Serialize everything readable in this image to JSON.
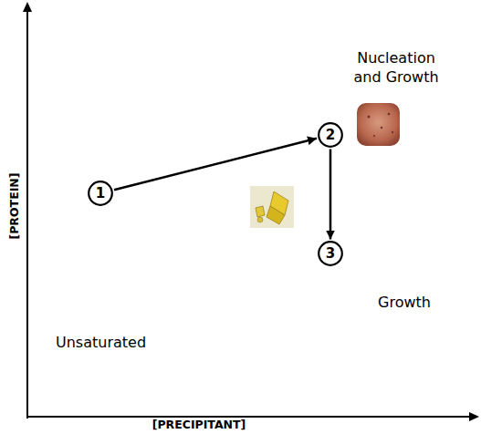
{
  "diagram": {
    "nodes": [
      {
        "text": [
          "Unsaturated"
        ]
      },
      {
        "text": [
          "Growth"
        ],
        "in": 0
      },
      {
        "text": [
          "Nucleation and Growth"
        ],
        "in": 1
      },
      {
        "text": [
          "1"
        ],
        "in": 0
      },
      {
        "text": [
          "2"
        ],
        "in": 2
      },
      {
        "text": [
          "3"
        ],
        "in": 1
      }
    ],
    "edges": [
      {
        "from": 3,
        "to": 4,
        "arrow": "to"
      },
      {
        "from": 4,
        "to": 5,
        "arrow": "to"
      }
    ],
    "labels": [
      "[PROTEIN]",
      "[PRECIPITANT]"
    ]
  }
}
